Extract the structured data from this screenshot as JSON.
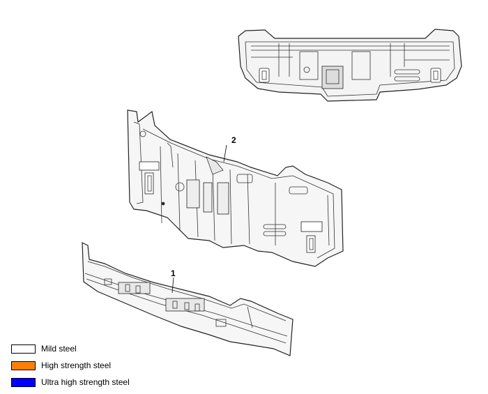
{
  "callouts": [
    {
      "id": "1",
      "text": "1"
    },
    {
      "id": "2",
      "text": "2"
    }
  ],
  "legend": [
    {
      "label": "Mild steel",
      "color": "#ffffff"
    },
    {
      "label": "High strength steel",
      "color": "#ff8000"
    },
    {
      "label": "Ultra high strength steel",
      "color": "#0000ff"
    }
  ]
}
